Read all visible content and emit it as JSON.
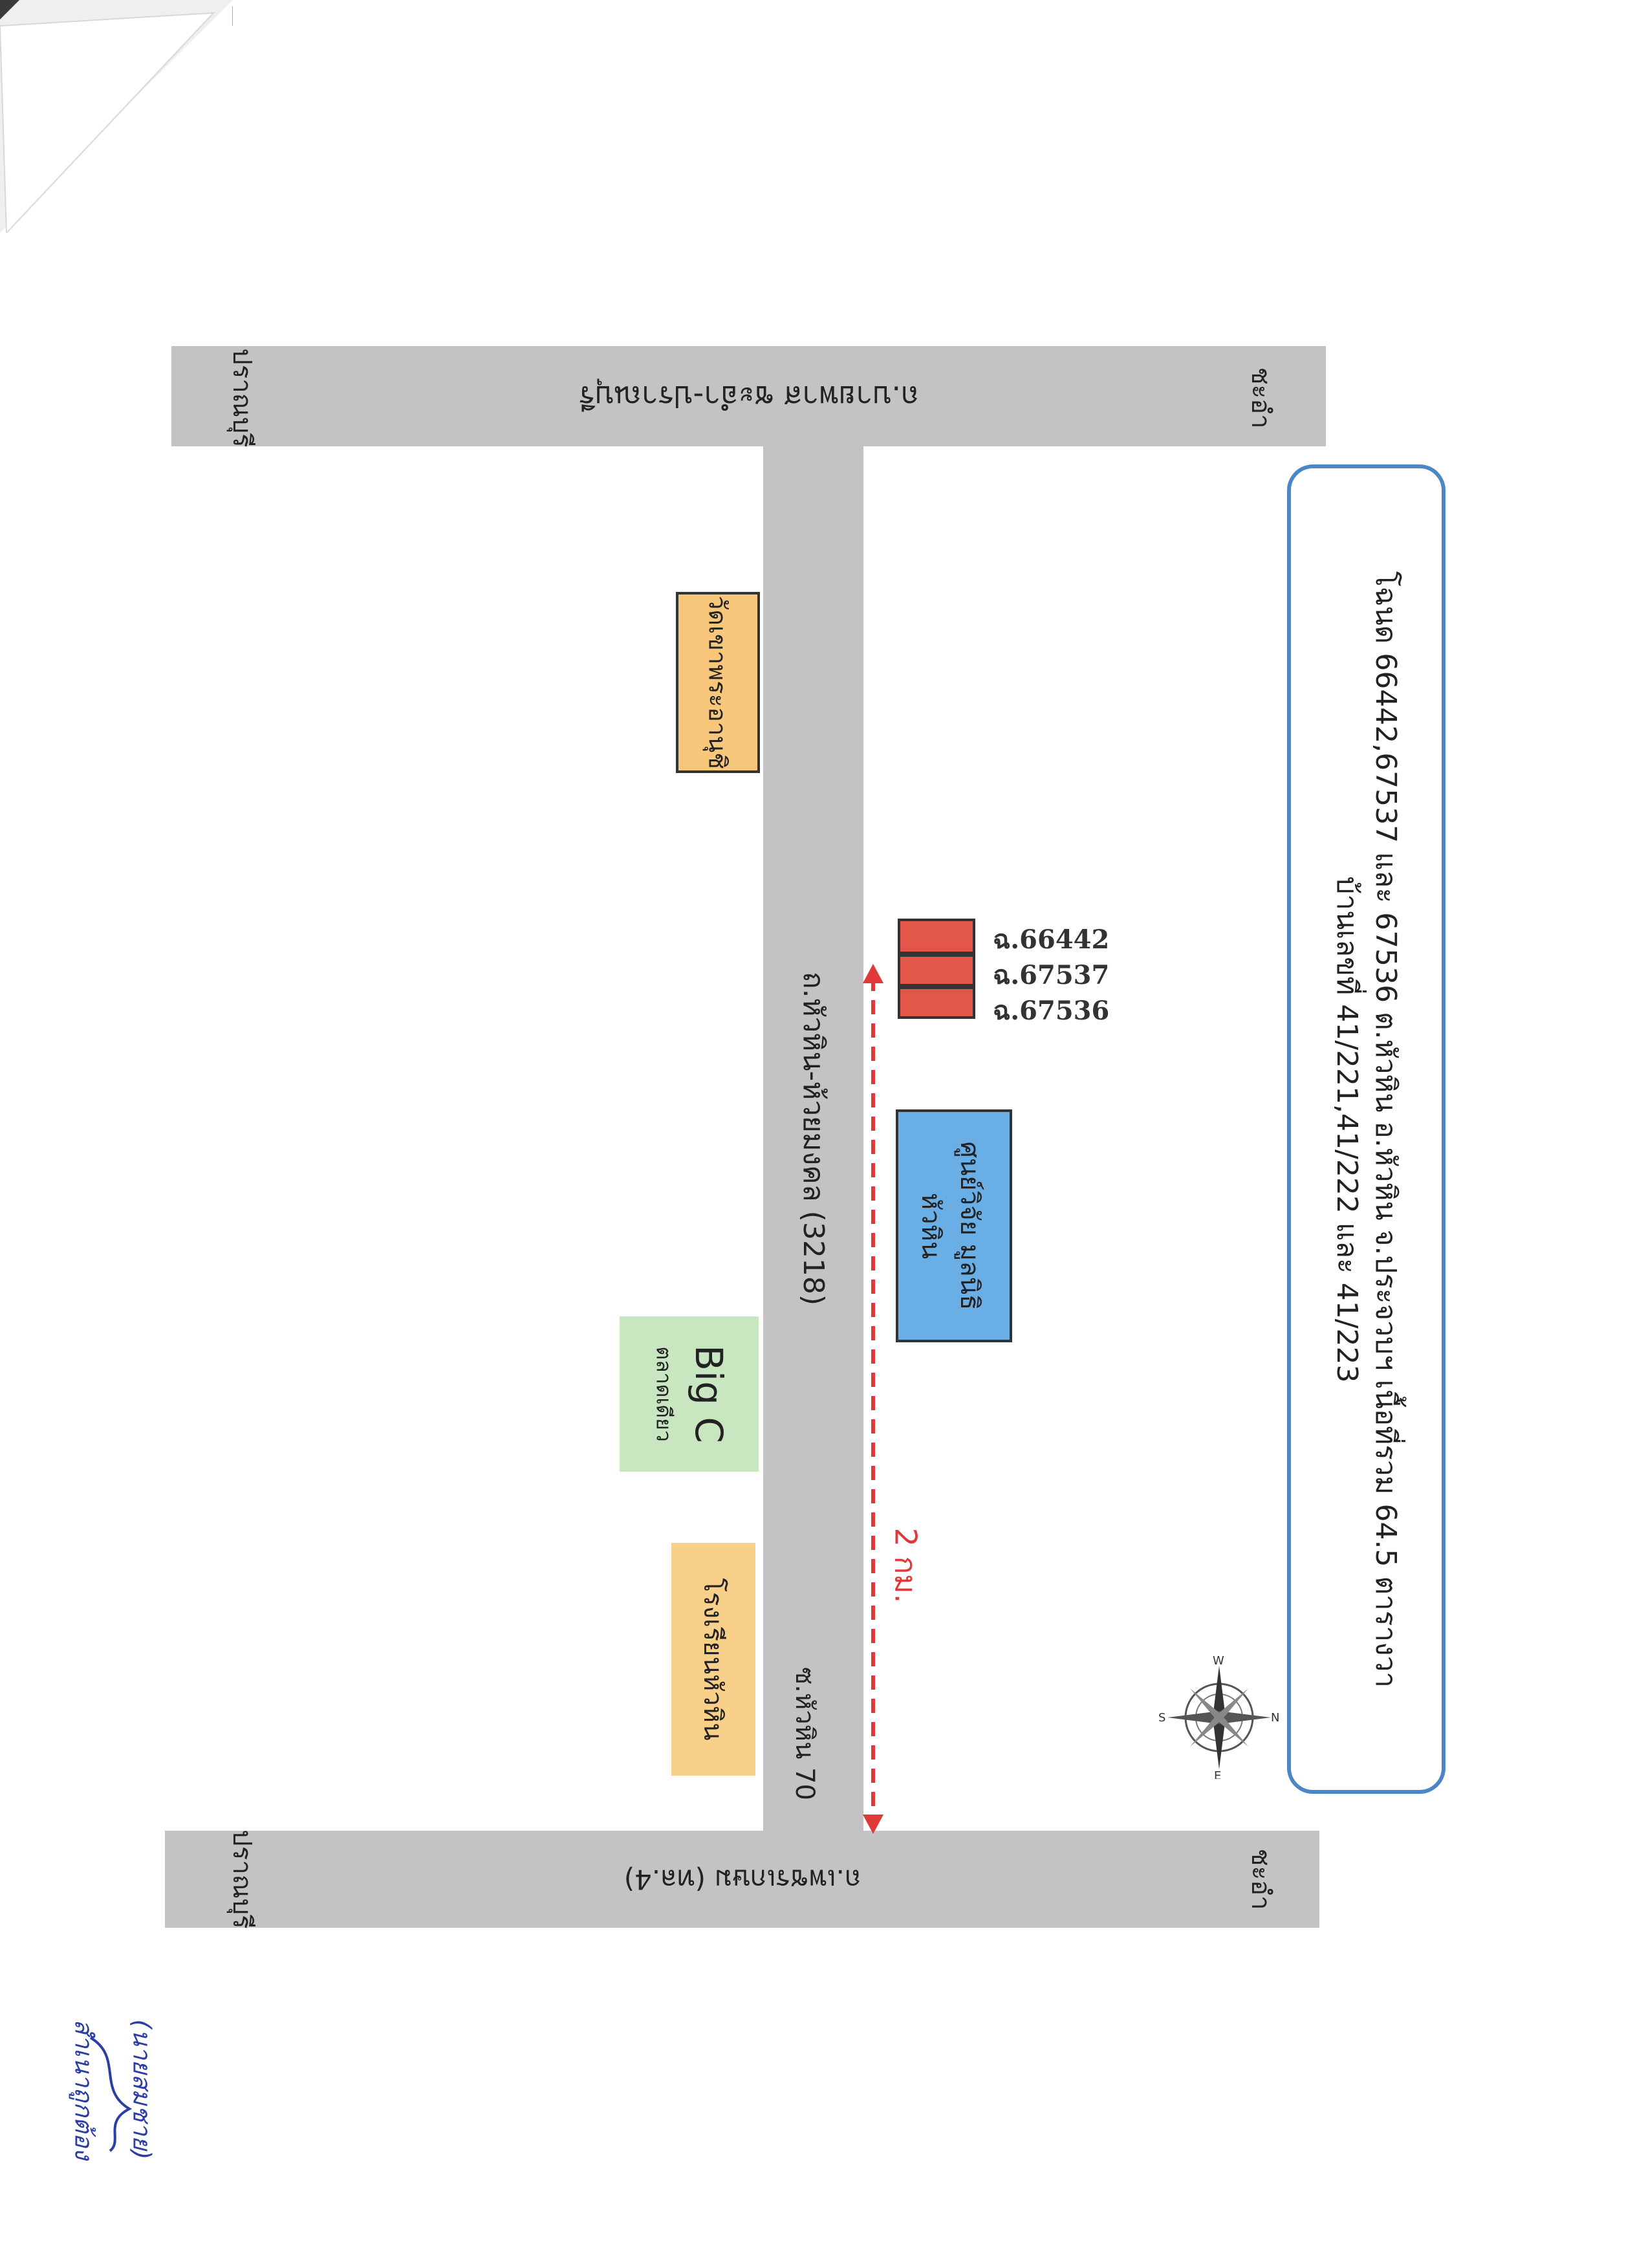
{
  "roads": {
    "top_road": "ถ.บายพาส ชะอำ-ปราณบุรี",
    "middle_road": "ถ.หัวหิน-ห้วยมงคล (3218)",
    "bottom_road": "ถ.เพชรเกษม (ทล.4)",
    "top_road_left_end": "ปราณบุรี",
    "top_road_right_end": "ชะอำ",
    "bottom_road_left_end": "ปราณบุรี",
    "bottom_road_right_end": "ชะอำ",
    "soi": "ซ.หัวหิน 70"
  },
  "landmarks": {
    "temple": "วัดเขาพระอานุชิ",
    "bigc_title": "Big C",
    "bigc_sub": "ตลาดเดียว",
    "school": "โรงเรียนหัวหิน",
    "university": "ศูนย์วิจัย มูลนิธิ",
    "university_sub": "หัวหิน"
  },
  "plots": {
    "p1": "ฉ.66442",
    "p2": "ฉ.67537",
    "p3": "ฉ.67536"
  },
  "distance": "2 กม.",
  "info": {
    "line1": "โฉนด 66442,67537 และ 67536 ต.หัวหิน อ.หัวหิน  จ.ประจวบฯ เนื้อที่รวม 64.5 ตารางวา",
    "line2": "บ้านเลขที่ 41/221,41/222 และ 41/223"
  },
  "compass": {
    "n": "N",
    "s": "S",
    "e": "E",
    "w": "W"
  },
  "signature": {
    "line1": "สำเนาถูกต้อง",
    "line2": "(นายสมชาย)"
  },
  "colors": {
    "road": "#c4c2c4",
    "plot": "#e2574a",
    "temple": "#f8c77c",
    "bigc": "#c8e6c0",
    "school": "#f8d08a",
    "university": "#6aaee6",
    "info_border": "#4a86c8",
    "distance": "#e0393a"
  }
}
